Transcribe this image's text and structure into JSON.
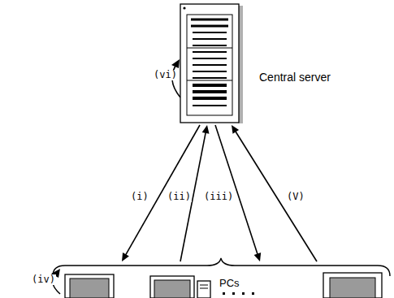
{
  "diagram": {
    "nodes": [
      {
        "text": [
          "Central server"
        ]
      },
      {
        "text": [
          "PCs"
        ]
      }
    ],
    "edges": [
      {
        "from": 0,
        "to": 1,
        "arrow": "to",
        "label": "(i)"
      },
      {
        "from": 1,
        "to": 0,
        "arrow": "to",
        "label": "(ii)"
      },
      {
        "from": 0,
        "to": 1,
        "arrow": "to",
        "label": "(iii)"
      },
      {
        "from": 1,
        "to": 0,
        "arrow": "to",
        "label": "(V)"
      }
    ],
    "labels": [
      "(iv)",
      "(vi)"
    ]
  }
}
